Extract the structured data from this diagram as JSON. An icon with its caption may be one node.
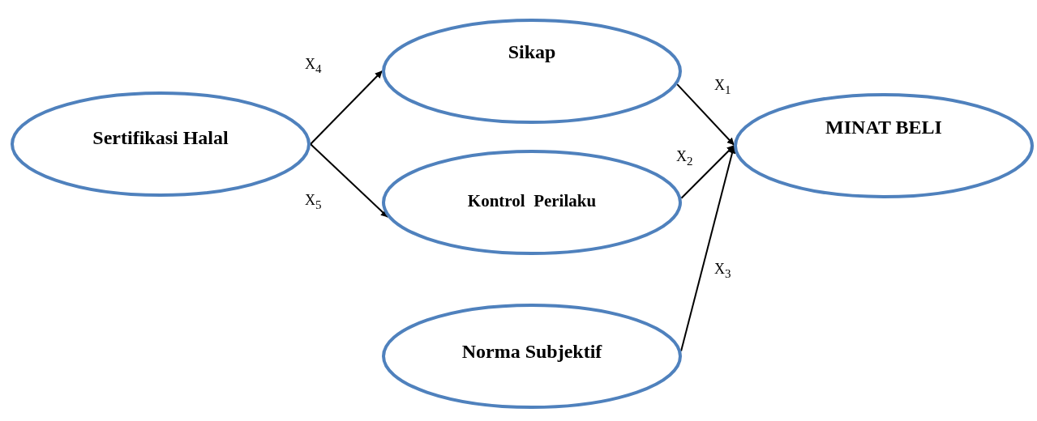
{
  "diagram": {
    "nodes": [
      {
        "text": [
          "Sertifikasi Halal"
        ]
      },
      {
        "text": [
          "Sikap"
        ]
      },
      {
        "text": [
          "Kontrol  Perilaku"
        ]
      },
      {
        "text": [
          "Norma Subjektif"
        ]
      },
      {
        "text": [
          "MINAT BELI"
        ]
      }
    ],
    "edges": [
      {
        "from": 0,
        "to": 1,
        "arrow": "to",
        "label": "X$_{4}$"
      },
      {
        "from": 0,
        "to": 2,
        "arrow": "to",
        "label": "X$_{5}$"
      },
      {
        "from": 1,
        "to": 4,
        "arrow": "to",
        "label": "X$_{1}$"
      },
      {
        "from": 2,
        "to": 4,
        "arrow": "to",
        "label": "X$_{2}$"
      },
      {
        "from": 3,
        "to": 4,
        "arrow": "to",
        "label": "X$_{3}$"
      }
    ]
  }
}
